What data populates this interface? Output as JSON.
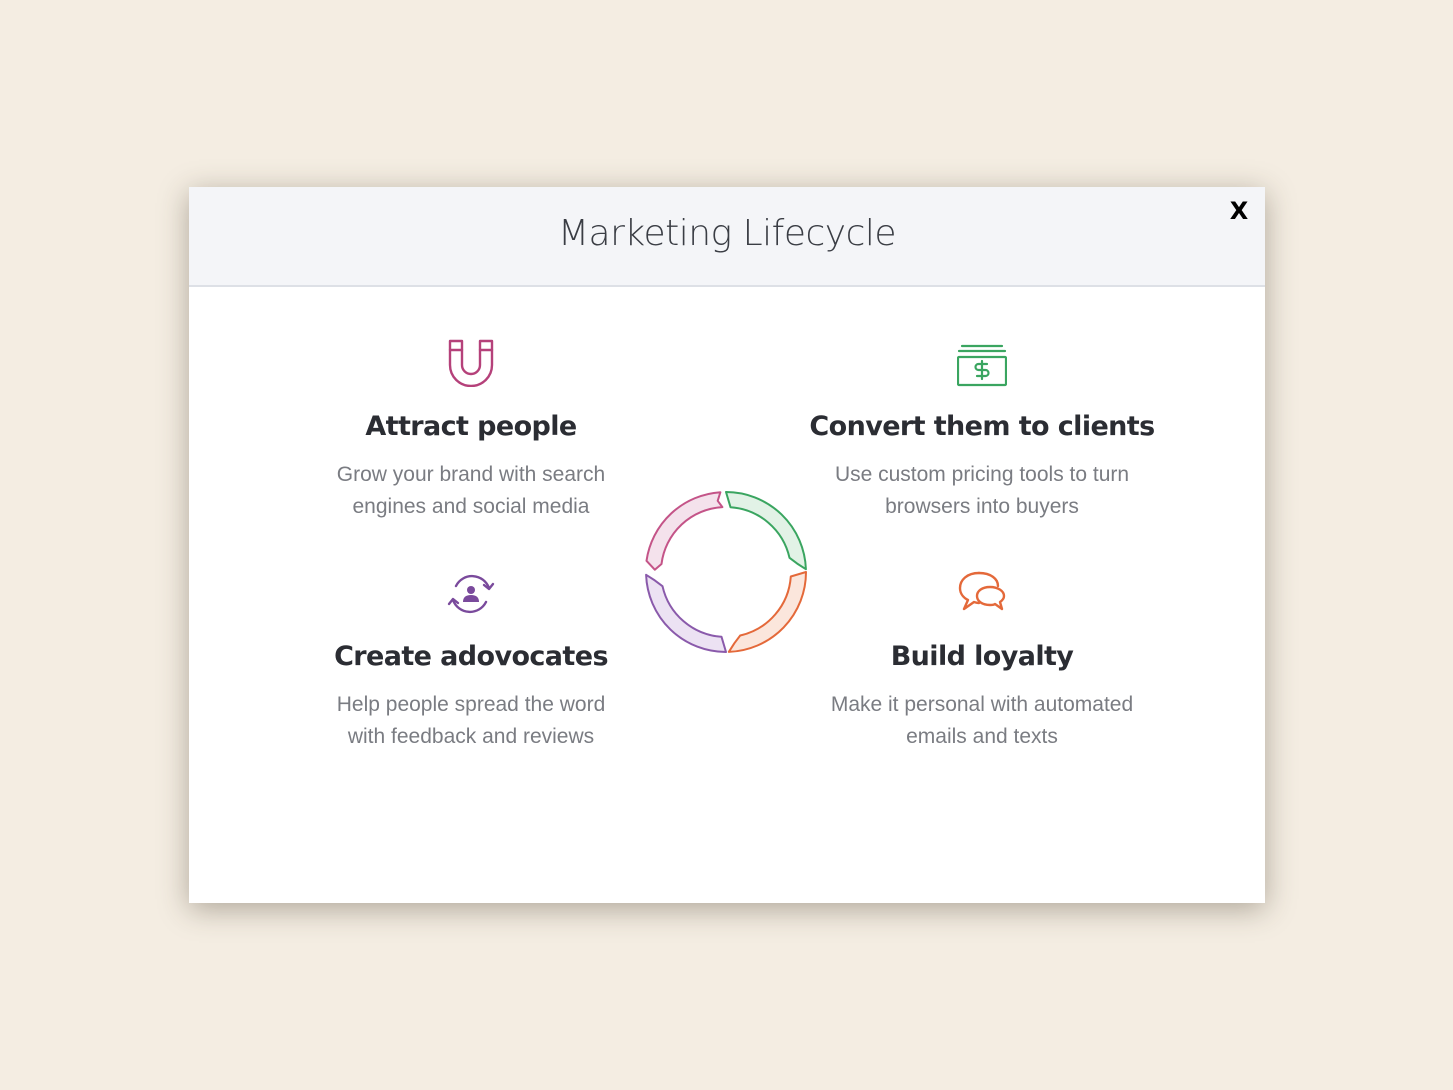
{
  "modal": {
    "title": "Marketing Lifecycle",
    "close_label": "X"
  },
  "steps": [
    {
      "title": "Attract people",
      "desc_line1": "Grow your brand with search",
      "desc_line2": "engines and social media",
      "icon": "magnet-icon",
      "color": "#b5417a"
    },
    {
      "title": "Convert them to clients",
      "desc_line1": "Use custom pricing tools to turn",
      "desc_line2": "browsers into buyers",
      "icon": "money-icon",
      "color": "#3aa560"
    },
    {
      "title": "Create adovocates",
      "desc_line1": "Help people spread the word",
      "desc_line2": "with feedback and reviews",
      "icon": "user-refresh-icon",
      "color": "#7a4a9c"
    },
    {
      "title": "Build loyalty",
      "desc_line1": "Make it personal with automated",
      "desc_line2": "emails and texts",
      "icon": "chat-bubbles-icon",
      "color": "#e4693a"
    }
  ],
  "cycle_colors": {
    "pink": "#c45488",
    "green": "#3aa560",
    "orange": "#e4693a",
    "purple": "#8a5aab"
  }
}
